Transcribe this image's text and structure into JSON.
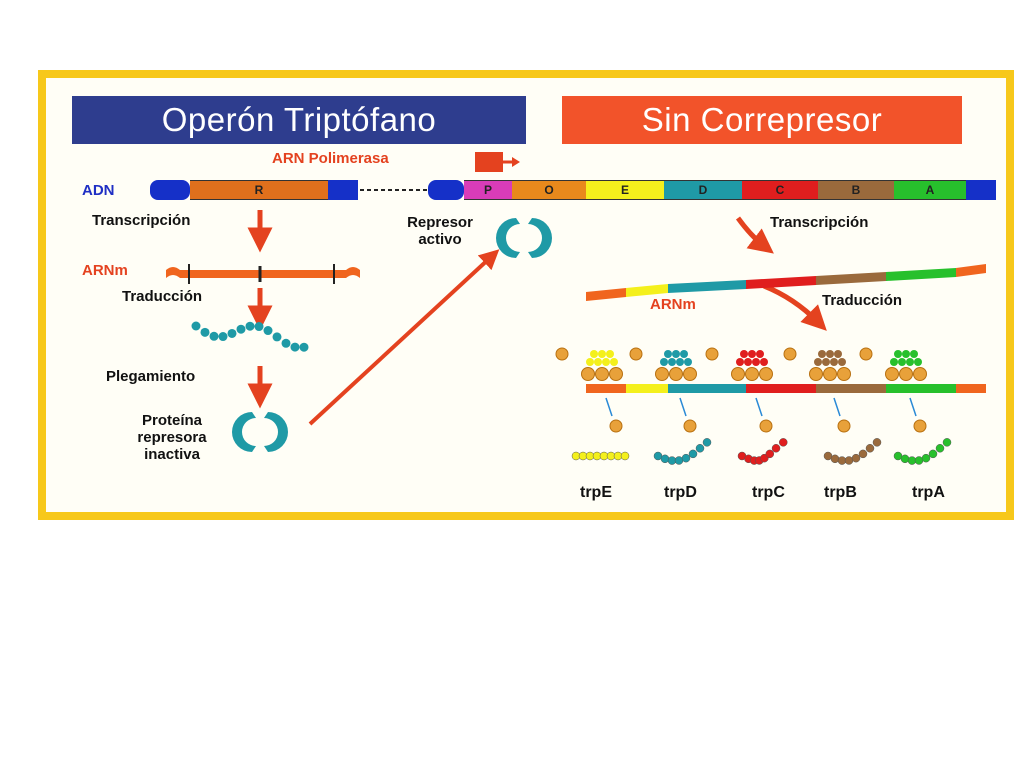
{
  "title": "Operón Triptófano",
  "condition": "Sin Correpresor",
  "rna_polymerase_label": "ARN Polimerasa",
  "dna_label": "ADN",
  "dna_segments": [
    {
      "label": "R",
      "color": "#e0701c"
    },
    {
      "label": "P",
      "color": "#d93cb8"
    },
    {
      "label": "O",
      "color": "#e8891c"
    },
    {
      "label": "E",
      "color": "#f4f01c"
    },
    {
      "label": "D",
      "color": "#1f9aa6"
    },
    {
      "label": "C",
      "color": "#e01e1e"
    },
    {
      "label": "B",
      "color": "#9a6a3c"
    },
    {
      "label": "A",
      "color": "#27c02c"
    }
  ],
  "left_steps": {
    "transcription": "Transcripción",
    "mrna": "ARNm",
    "translation": "Traducción",
    "folding": "Plegamiento",
    "inactive_repressor": [
      "Proteína",
      "represora",
      "inactiva"
    ]
  },
  "active_repressor": [
    "Represor",
    "activo"
  ],
  "right_steps": {
    "transcription": "Transcripción",
    "mrna": "ARNm",
    "translation": "Traducción"
  },
  "genes": [
    "trpE",
    "trpD",
    "trpC",
    "trpB",
    "trpA"
  ],
  "colors": {
    "frame": "#f7c81a",
    "title_left_bg": "#2e3d8e",
    "title_right_bg": "#f2532a",
    "arrow": "#e4421f",
    "dna_cap": "#1530c8",
    "protein_teal": "#1f9aa6",
    "ribosome": "#e8a13a"
  },
  "icons": [
    "repressor-protein-icon",
    "ribosome-icon",
    "arrow-icon",
    "rna-polymerase-icon"
  ]
}
